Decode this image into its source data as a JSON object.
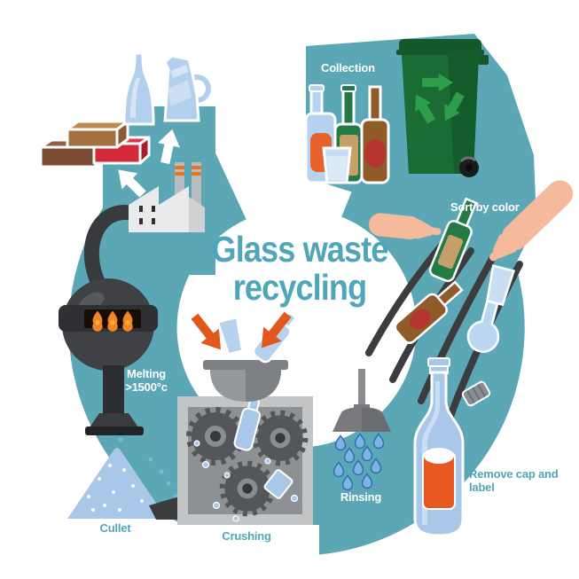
{
  "title": {
    "line1": "Glass waste",
    "line2": "recycling"
  },
  "labels": {
    "collection": "Collection",
    "sort_by_color": "Sort by color",
    "remove_cap": "Remove cap and label",
    "rinsing": "Rinsing",
    "crushing": "Crushing",
    "cullet": "Cullet",
    "melting": "Melting",
    "melting_temp": ">1500°c"
  },
  "colors": {
    "band_teal": "#5CA7B5",
    "title_teal": "#4FA6BA",
    "label_on_band": "#FFFFFF",
    "arrow_orange": "#E2571C",
    "bin_green": "#1B6B35",
    "recycle_green": "#2E9E4B",
    "glass_blue": "#AECBEB",
    "dark_gray": "#3B3C3E",
    "brick_red": "#D2293B",
    "flame_orange": "#F18425",
    "skin_tone": "#F5BA9C"
  },
  "illustrations": [
    "recycle-loop-band",
    "wheelie-bin-icon",
    "recycle-icon",
    "collection-bottles-icon",
    "sorting-hands-icon",
    "chute-lines-icon",
    "clean-bottle-icon",
    "removed-cap-icon",
    "shower-head-icon",
    "water-drops-icon",
    "crusher-machine-icon",
    "feed-arrows-icon",
    "cullet-pile-icon",
    "melting-furnace-icon",
    "glass-factory-icon",
    "bricks-icon",
    "new-glassware-icon"
  ]
}
